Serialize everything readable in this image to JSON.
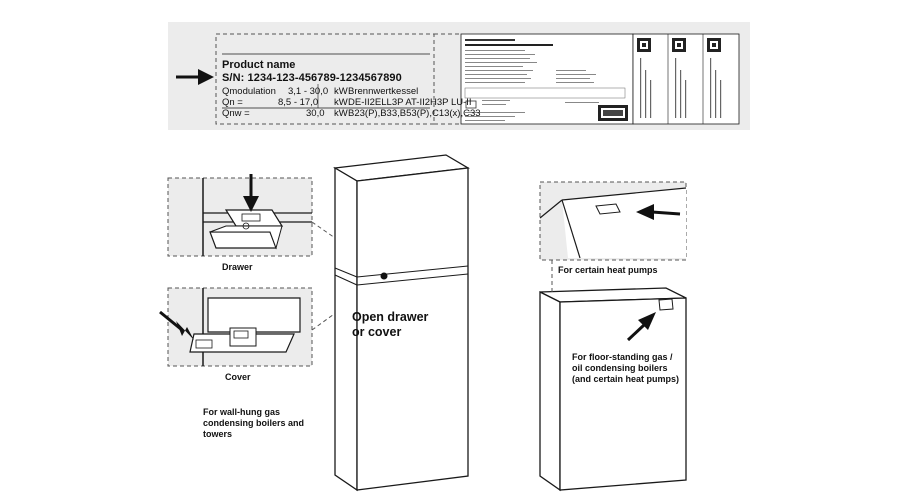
{
  "label": {
    "product_name": "Product name",
    "serial": "S/N: 1234-123-456789-1234567890",
    "rows": [
      {
        "key": "Qmodulation",
        "value": "3,1 - 30,0",
        "unit": "kW",
        "info": "Brennwertkessel"
      },
      {
        "key": "Qn =",
        "value": "8,5 - 17,0",
        "unit": "kW",
        "info": "DE-II2ELL3P   AT-II2H3P  LU-II"
      },
      {
        "key": "Qnw =",
        "value": "30,0",
        "unit": "kW",
        "info": "B23(P),B33,B53(P),C13(x),C33"
      }
    ]
  },
  "captions": {
    "drawer": "Drawer",
    "cover": "Cover",
    "wall_hung": "For wall-hung gas condensing boilers and towers",
    "open_drawer": "Open drawer or cover",
    "certain_heat_pumps": "For certain heat pumps",
    "floor_standing": "For floor-standing gas / oil condensing boilers (and certain heat pumps)"
  },
  "colors": {
    "label_panel": "#ececec",
    "line": "#1a1a1a",
    "dashed": "#555555"
  }
}
